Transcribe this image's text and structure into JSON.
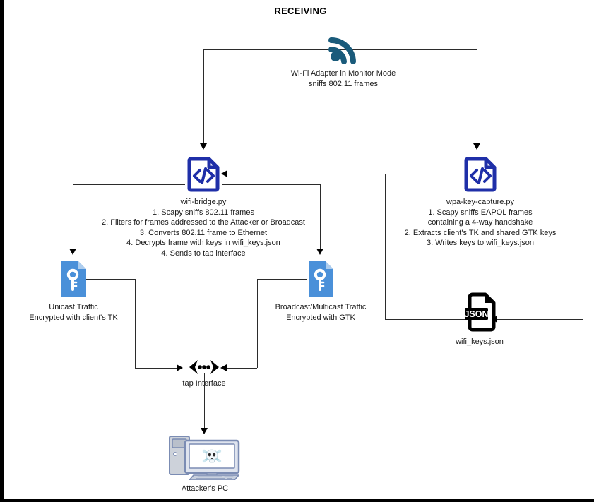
{
  "diagram": {
    "title": "RECEIVING",
    "type": "flow-diagram",
    "nodes": [
      {
        "id": "wifi-adapter",
        "icon": "wifi-signal-icon",
        "color": "#1a5b7b",
        "caption": [
          "Wi-Fi Adapter in Monitor Mode",
          "sniffs 802.11 frames"
        ]
      },
      {
        "id": "wifi-bridge",
        "icon": "code-document-icon",
        "color": "#1f2fa8",
        "caption": [
          "wifi-bridge.py",
          "1. Scapy sniffs 802.11 frames",
          "2. Filters for frames addressed to the Attacker or Broadcast",
          "3. Converts 802.11 frame to Ethernet",
          "4. Decrypts frame with keys in wifi_keys.json",
          "4. Sends to tap interface"
        ]
      },
      {
        "id": "wpa-key-capture",
        "icon": "code-document-icon",
        "color": "#1f2fa8",
        "caption": [
          "wpa-key-capture.py",
          "1. Scapy sniffs EAPOL frames",
          "containing a 4-way handshake",
          "2. Extracts client's TK and shared GTK keys",
          "3. Writes keys to wifi_keys.json"
        ]
      },
      {
        "id": "unicast-traffic",
        "icon": "key-document-icon",
        "color": "#4a90d9",
        "caption": [
          "Unicast Traffic",
          "Encrypted with client's TK"
        ]
      },
      {
        "id": "broadcast-traffic",
        "icon": "key-document-icon",
        "color": "#4a90d9",
        "caption": [
          "Broadcast/Multicast Traffic",
          "Encrypted with GTK"
        ]
      },
      {
        "id": "wifi-keys-json",
        "icon": "json-file-icon",
        "color": "#000000",
        "caption": [
          "wifi_keys.json"
        ]
      },
      {
        "id": "tap-interface",
        "icon": "network-connector-icon",
        "color": "#000000",
        "caption": [
          "tap Interface"
        ]
      },
      {
        "id": "attackers-pc",
        "icon": "desktop-computer-skull-icon",
        "color": "#8a9ec4",
        "caption": [
          "Attacker's PC"
        ]
      }
    ]
  }
}
